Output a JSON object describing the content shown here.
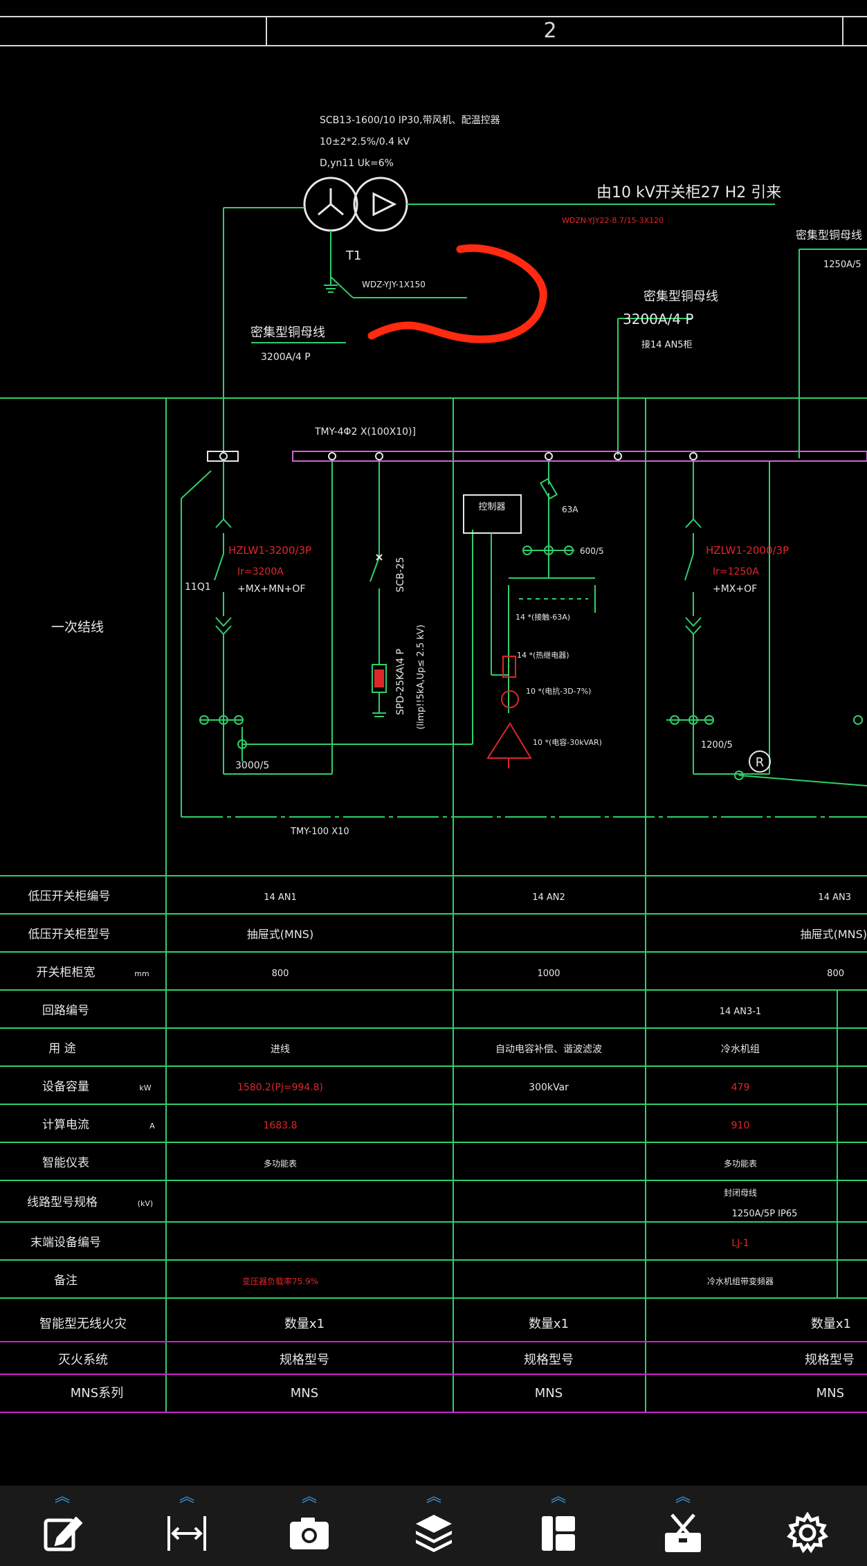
{
  "title_block": {
    "sheet_number": "2"
  },
  "transformer": {
    "spec_line1": "SCB13-1600/10   IP30,带风机、配温控器",
    "spec_line2": "10±2*2.5%/0.4 kV",
    "spec_line3": "D,yn11 Uk=6%",
    "id": "T1",
    "ground_cable": "WDZ-YJY-1X150",
    "source_note": "由10 kV开关柜27 H2 引来",
    "source_cable": "WDZN-YJY22-8.7/15-3X120"
  },
  "busway_left": {
    "name": "密集型铜母线",
    "rating": "3200A/4 P"
  },
  "busway_mid": {
    "name": "密集型铜母线",
    "rating": "3200A/4 P",
    "note": "接14 AN5柜"
  },
  "busway_right": {
    "name": "密集型铜母线",
    "rating": "1250A/5"
  },
  "main_bus": "TMY-4Φ2 X(100X10)]",
  "ground_bus": "TMY-100 X10",
  "section_label": "一次结线",
  "cab1": {
    "breaker": "HZLW1-3200/3P",
    "rating": "Ir=3200A",
    "accessories": "+MX+MN+OF",
    "switch_id": "11Q1",
    "ct": "3000/5",
    "spd_breaker": "SCB-25",
    "spd_model": "SPD-25KA\\4 P",
    "spd_param": "(limp!!5kA,Up≤ 2.5 kV)"
  },
  "cab2": {
    "controller": "控制器",
    "fuse": "63A",
    "ct": "600/5",
    "contactor": "14 *(接触-63A)",
    "relay": "14 *(热继电器)",
    "reactor": "10 *(电抗-3D-7%)",
    "capacitor": "10 *(电容-30kVAR)"
  },
  "cab3": {
    "breaker": "HZLW1-2000/3P",
    "rating": "Ir=1250A",
    "accessories": "+MX+OF",
    "ct": "1200/5",
    "relay_symbol": "R"
  },
  "table": {
    "rows": [
      {
        "label": "低压开关柜编号",
        "unit": "",
        "c1": "14 AN1",
        "c2": "14 AN2",
        "c3": "14 AN3"
      },
      {
        "label": "低压开关柜型号",
        "unit": "",
        "c1": "抽屉式(MNS)",
        "c2": "",
        "c3": "抽屉式(MNS)"
      },
      {
        "label": "开关柜柜宽",
        "unit": "mm",
        "c1": "800",
        "c2": "1000",
        "c3": "800"
      },
      {
        "label": "回路编号",
        "unit": "",
        "c1": "",
        "c2": "",
        "c3": "14 AN3-1"
      },
      {
        "label": "用 途",
        "unit": "",
        "c1": "进线",
        "c2": "自动电容补偿、谐波滤波",
        "c3": "冷水机组"
      },
      {
        "label": "设备容量",
        "unit": "kW",
        "c1": "1580.2(Pj=994.8)",
        "c2": "300kVar",
        "c3": "479"
      },
      {
        "label": "计算电流",
        "unit": "A",
        "c1": "1683.8",
        "c2": "",
        "c3": "910"
      },
      {
        "label": "智能仪表",
        "unit": "",
        "c1": "多功能表",
        "c2": "",
        "c3": "多功能表"
      },
      {
        "label": "线路型号规格",
        "unit": "(kV)",
        "c1": "",
        "c2": "",
        "c3": "封闭母线",
        "c3b": "1250A/5P     IP65"
      },
      {
        "label": "末端设备编号",
        "unit": "",
        "c1": "",
        "c2": "",
        "c3": "LJ-1"
      },
      {
        "label": "备注",
        "unit": "",
        "c1": "变压器负载率75.9%",
        "c2": "",
        "c3": "冷水机组带变频器"
      }
    ],
    "extra_rows": [
      {
        "label": "智能型无线火灾",
        "c1": "数量x1",
        "c2": "数量x1",
        "c3": "数量x1"
      },
      {
        "label": "灭火系统",
        "c1": "规格型号",
        "c2": "规格型号",
        "c3": "规格型号"
      },
      {
        "label": "MNS系列",
        "c1": "MNS",
        "c2": "MNS",
        "c3": "MNS"
      }
    ]
  },
  "toolbar": {
    "chevron": "︽",
    "items": [
      {
        "icon": "edit-icon"
      },
      {
        "icon": "measure-icon"
      },
      {
        "icon": "camera-icon"
      },
      {
        "icon": "layers-icon"
      },
      {
        "icon": "layout-icon"
      },
      {
        "icon": "toolbox-icon"
      },
      {
        "icon": "gear-icon"
      }
    ]
  },
  "colors": {
    "green": "#2fd06a",
    "red": "#e0262a",
    "magenta": "#cc22cc",
    "white": "#e8e8e8",
    "annotation": "#ff2a10"
  }
}
